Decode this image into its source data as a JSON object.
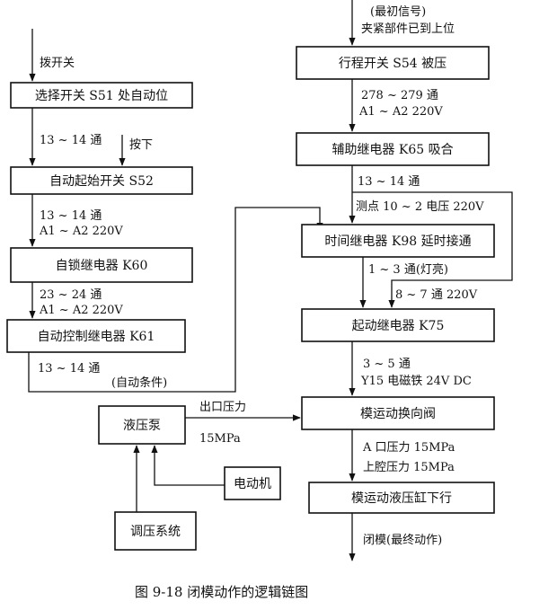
{
  "left_chain": {
    "top_label": "拨开关",
    "box1": "选择开关 S51 处自动位",
    "label_13_14_a": "13 ~ 14 通",
    "label_press": "按下",
    "box2": "自动起始开关 S52",
    "label_13_14_b": "13 ~ 14 通",
    "label_a1a2_a": "A1 ~ A2   220V",
    "box3": "自锁继电器 K60",
    "label_23_24": "23 ~ 24 通",
    "label_a1a2_b": "A1 ~ A2   220V",
    "box4": "自动控制继电器 K61",
    "label_13_14_c": "13 ~ 14 通",
    "label_auto_cond": "(自动条件)"
  },
  "right_chain": {
    "top_label1": "(最初信号)",
    "top_label2": "夹紧部件已到上位",
    "box1": "行程开关 S54 被压",
    "label_278": "278 ~ 279 通",
    "label_a1a2": "A1 ~ A2  220V",
    "box2": "辅助继电器 K65 吸合",
    "label_13_14": "13 ~ 14 通",
    "label_test": "测点 10 ~ 2 电压 220V",
    "box3": "时间继电器 K98 延时接通",
    "label_1_3": "1 ~ 3 通(灯亮)",
    "label_8_7": "8 ~ 7 通  220V",
    "box4": "起动继电器 K75",
    "label_3_5": "3 ~ 5 通",
    "label_y15": "Y15 电磁铁 24V DC",
    "box5": "模运动换向阀",
    "label_a_pressure": "A 口压力 15MPa",
    "label_upper": "上腔压力 15MPa",
    "box6": "模运动液压缸下行",
    "bottom_label": "闭模(最终动作)"
  },
  "pump_group": {
    "pump": "液压泵",
    "outlet_label": "出口压力",
    "outlet_value": "15MPa",
    "motor": "电动机",
    "regulator": "调压系统"
  },
  "caption": "图 9-18    闭模动作的逻辑链图"
}
